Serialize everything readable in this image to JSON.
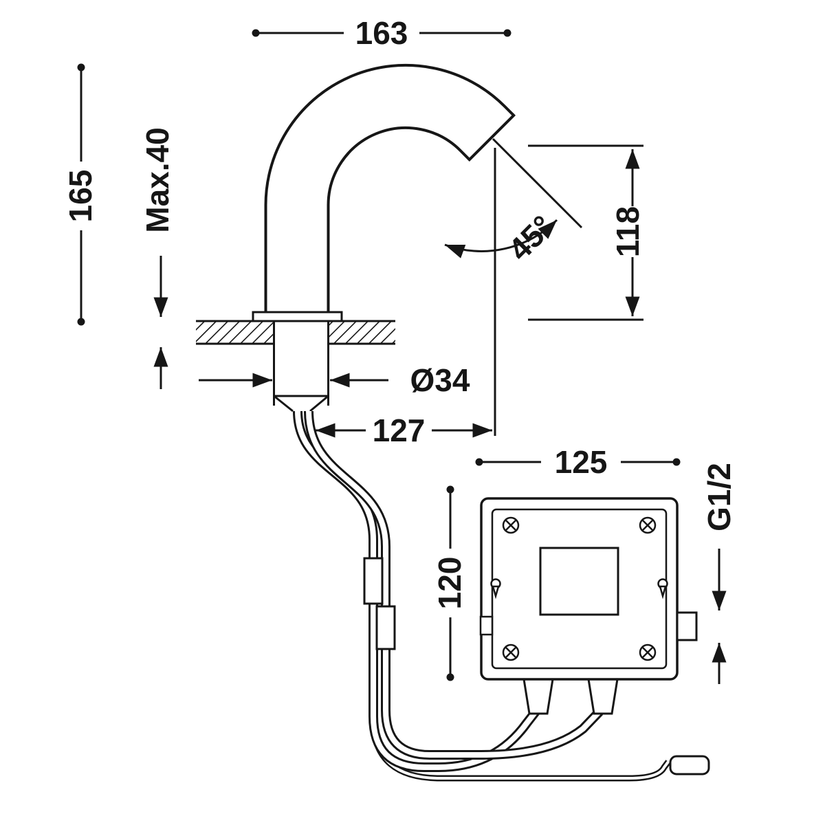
{
  "diagram": {
    "type": "technical-drawing",
    "subject": "Deck-mounted electronic sensor faucet with control box - dimensional drawing",
    "colors": {
      "line": "#161616",
      "background": "#ffffff"
    },
    "dimensions": {
      "top_width": "163",
      "left_height": "165",
      "deck_thickness": "Max.40",
      "spout_angle": "45°",
      "outlet_height": "118",
      "shank_diameter": "Ø34",
      "outlet_projection": "127",
      "box_width": "125",
      "box_height": "120",
      "thread": "G1/2"
    }
  }
}
